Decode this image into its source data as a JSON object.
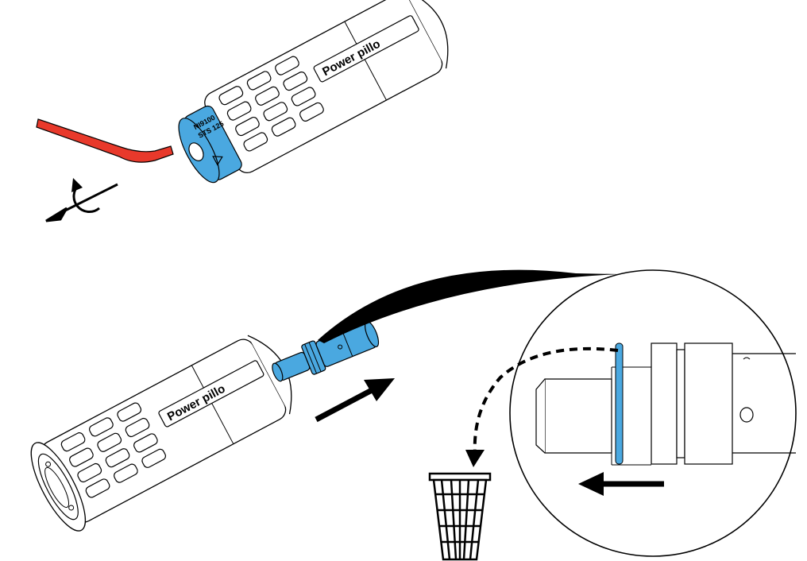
{
  "diagram": {
    "handle_label_top": "Power pillo",
    "handle_label_bottom": "Power pillo",
    "cap_text_line1": "NI9100",
    "cap_text_line2": "STS 125",
    "colors": {
      "accent_blue": "#4aa8e0",
      "hex_key_red": "#e8392b",
      "outline": "#000000",
      "background": "#ffffff"
    },
    "icons": [
      "hex-key-icon",
      "rotate-counterclockwise-icon",
      "insert-arrow-icon",
      "remove-arrow-icon",
      "dispose-dashed-arrow-icon",
      "wastebasket-icon"
    ]
  }
}
